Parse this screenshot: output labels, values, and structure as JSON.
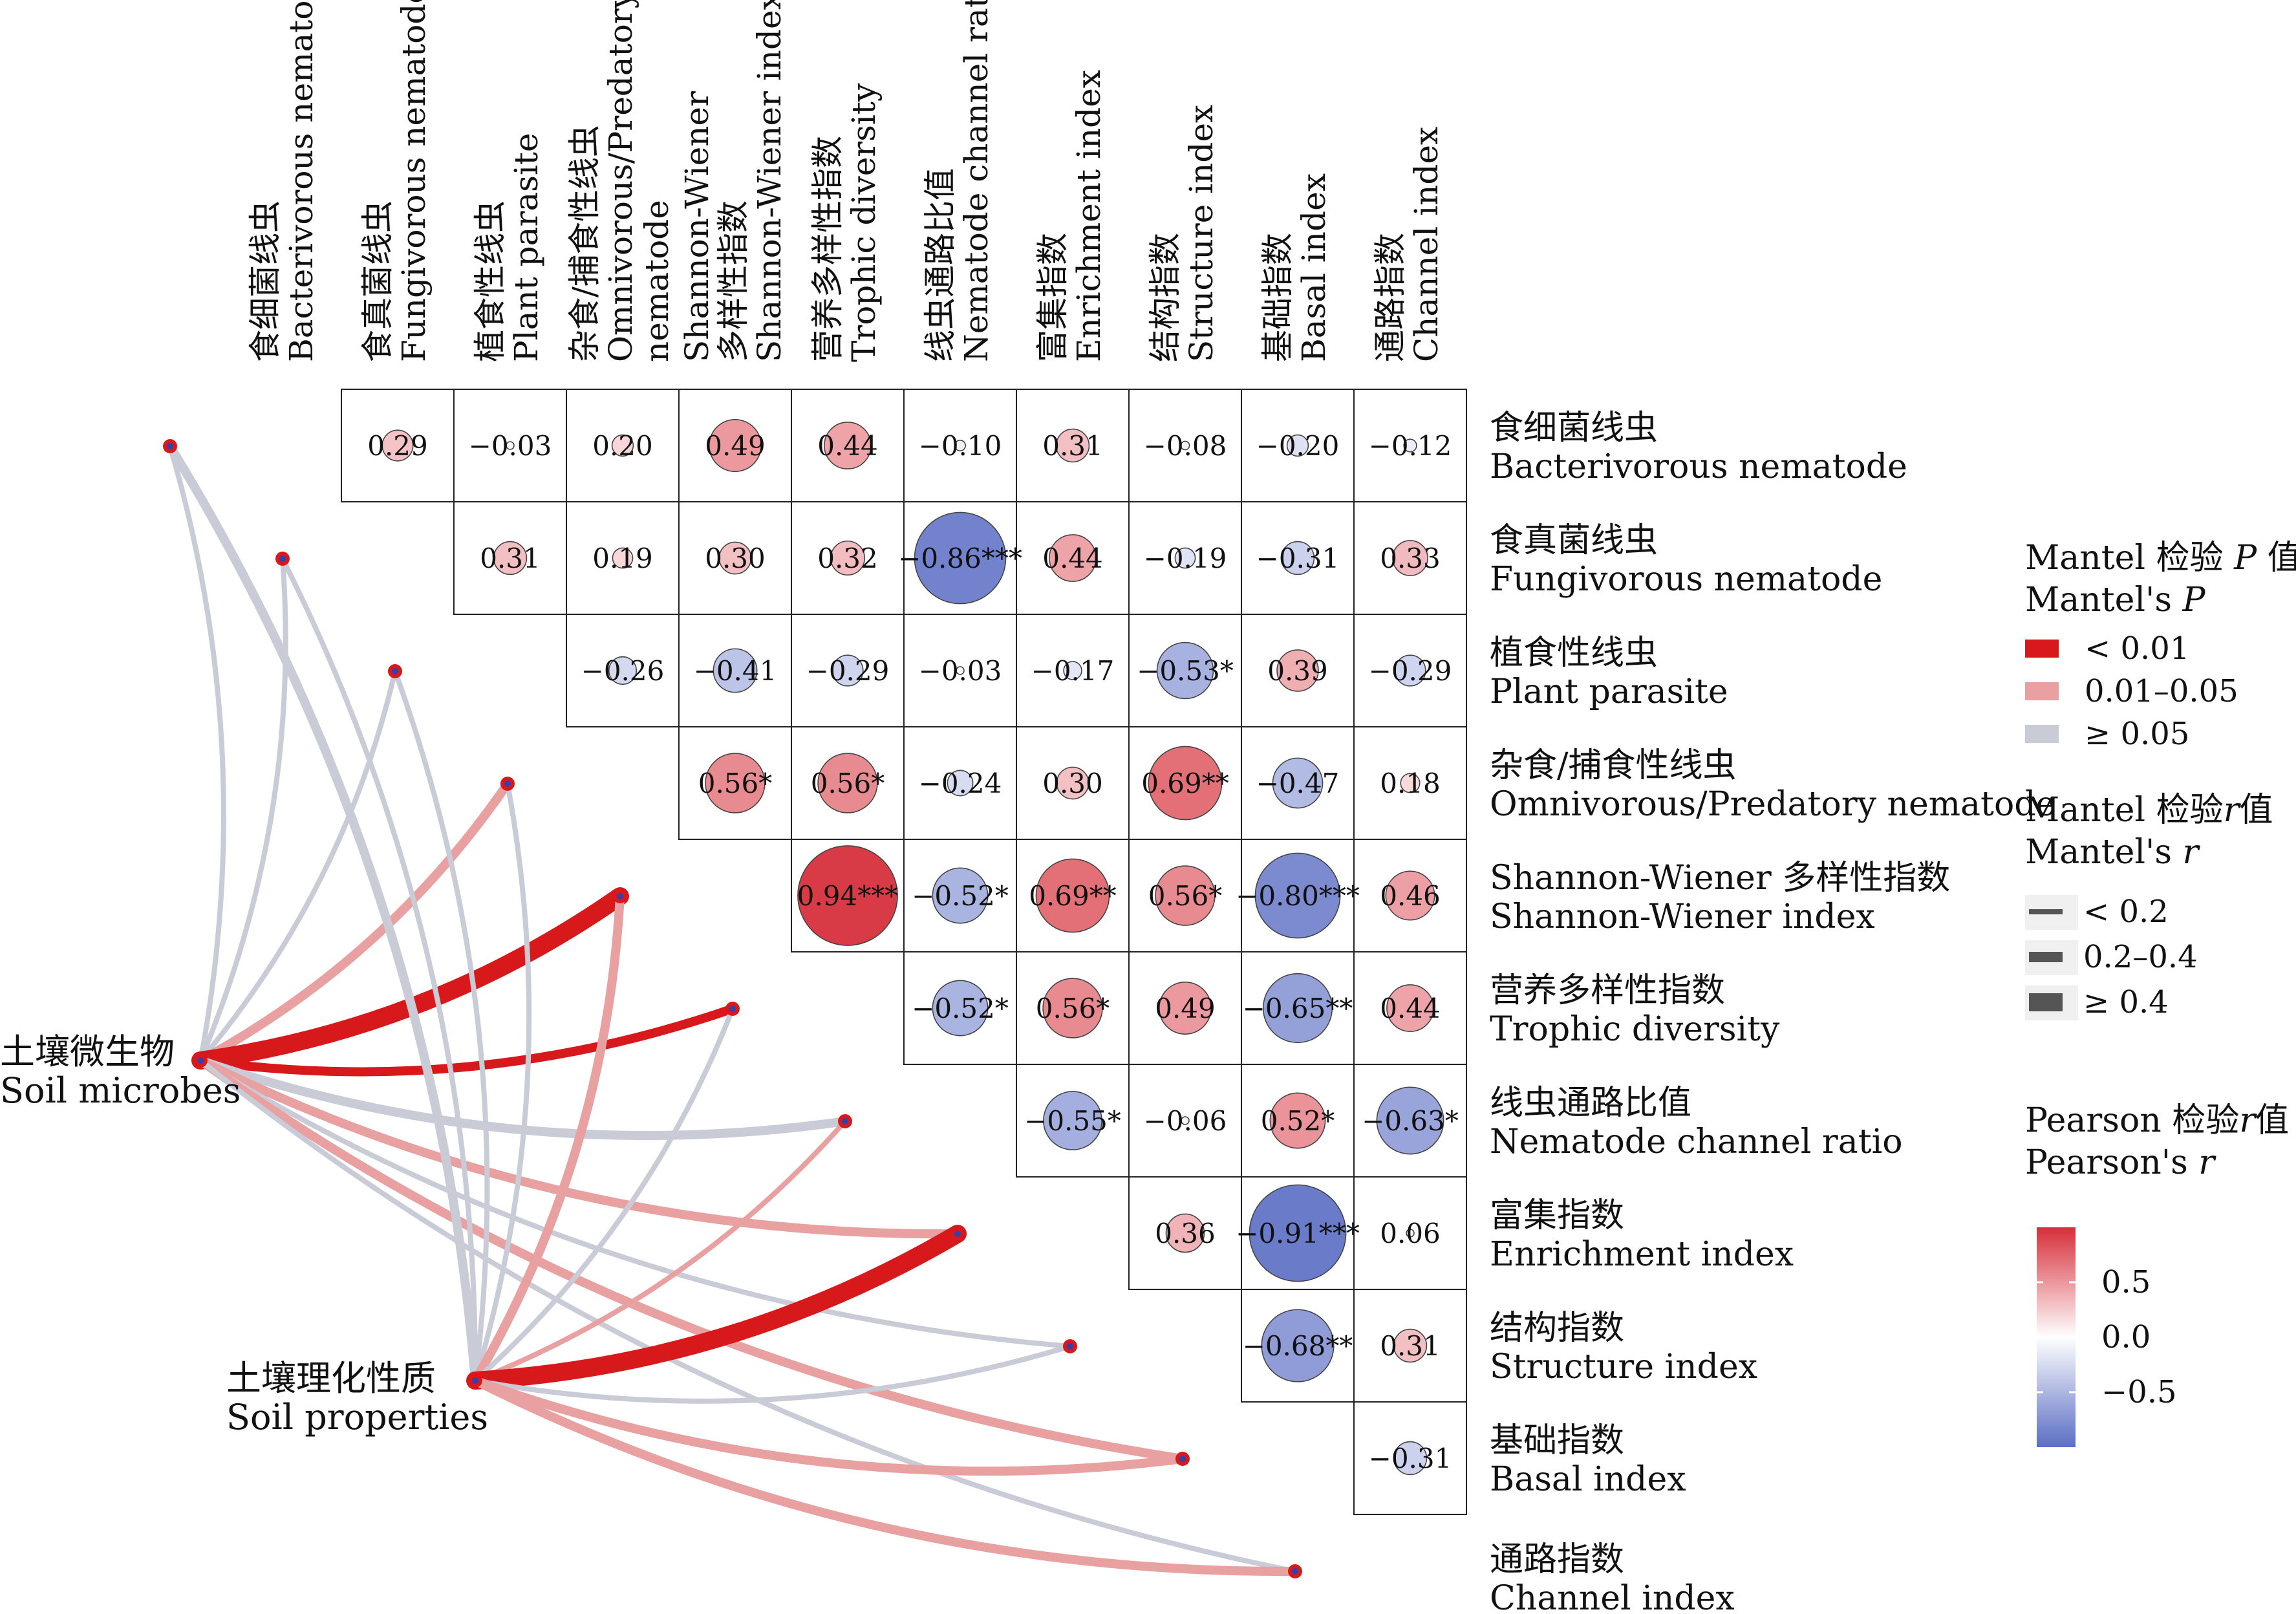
{
  "chart_data": {
    "type": "heatmap",
    "variables": [
      {
        "zh": "食细菌线虫",
        "en": "Bacterivorous nematode",
        "col_zh": "食细菌线虫",
        "col_en": [
          "Bacterivorous nematode"
        ]
      },
      {
        "zh": "食真菌线虫",
        "en": "Fungivorous nematode",
        "col_zh": "食真菌线虫",
        "col_en": [
          "Fungivorous nematode"
        ]
      },
      {
        "zh": "植食性线虫",
        "en": "Plant parasite",
        "col_zh": "植食性线虫",
        "col_en": [
          "Plant parasite"
        ]
      },
      {
        "zh": "杂食/捕食性线虫",
        "en": "Omnivorous/Predatory nematode",
        "col_zh": "杂食/捕食性线虫",
        "col_en": [
          "Omnivorous/Predatory",
          "nematode"
        ]
      },
      {
        "zh": "Shannon-Wiener 多样性指数",
        "en": "Shannon-Wiener index",
        "col_zh": "Shannon-Wiener",
        "col_en": [
          "多样性指数",
          "Shannon-Wiener index"
        ]
      },
      {
        "zh": "营养多样性指数",
        "en": "Trophic diversity",
        "col_zh": "营养多样性指数",
        "col_en": [
          "Trophic diversity"
        ]
      },
      {
        "zh": "线虫通路比值",
        "en": "Nematode channel ratio",
        "col_zh": "线虫通路比值",
        "col_en": [
          "Nematode channel ratio"
        ]
      },
      {
        "zh": "富集指数",
        "en": "Enrichment index",
        "col_zh": "富集指数",
        "col_en": [
          "Enrichment index"
        ]
      },
      {
        "zh": "结构指数",
        "en": "Structure index",
        "col_zh": "结构指数",
        "col_en": [
          "Structure index"
        ]
      },
      {
        "zh": "基础指数",
        "en": "Basal index",
        "col_zh": "基础指数",
        "col_en": [
          "Basal index"
        ]
      },
      {
        "zh": "通路指数",
        "en": "Channel index",
        "col_zh": "通路指数",
        "col_en": [
          "Channel index"
        ]
      }
    ],
    "cells": [
      {
        "row": 0,
        "col": 1,
        "r": 0.29,
        "label": "0.29"
      },
      {
        "row": 0,
        "col": 2,
        "r": -0.03,
        "label": "−0.03"
      },
      {
        "row": 0,
        "col": 3,
        "r": 0.2,
        "label": "0.20"
      },
      {
        "row": 0,
        "col": 4,
        "r": 0.49,
        "label": "0.49"
      },
      {
        "row": 0,
        "col": 5,
        "r": 0.44,
        "label": "0.44"
      },
      {
        "row": 0,
        "col": 6,
        "r": -0.1,
        "label": "−0.10"
      },
      {
        "row": 0,
        "col": 7,
        "r": 0.31,
        "label": "0.31"
      },
      {
        "row": 0,
        "col": 8,
        "r": -0.08,
        "label": "−0.08"
      },
      {
        "row": 0,
        "col": 9,
        "r": -0.2,
        "label": "−0.20"
      },
      {
        "row": 0,
        "col": 10,
        "r": -0.12,
        "label": "−0.12"
      },
      {
        "row": 1,
        "col": 2,
        "r": 0.31,
        "label": "0.31"
      },
      {
        "row": 1,
        "col": 3,
        "r": 0.19,
        "label": "0.19"
      },
      {
        "row": 1,
        "col": 4,
        "r": 0.3,
        "label": "0.30"
      },
      {
        "row": 1,
        "col": 5,
        "r": 0.32,
        "label": "0.32"
      },
      {
        "row": 1,
        "col": 6,
        "r": -0.86,
        "label": "−0.86***"
      },
      {
        "row": 1,
        "col": 7,
        "r": 0.44,
        "label": "0.44"
      },
      {
        "row": 1,
        "col": 8,
        "r": -0.19,
        "label": "−0.19"
      },
      {
        "row": 1,
        "col": 9,
        "r": -0.31,
        "label": "−0.31"
      },
      {
        "row": 1,
        "col": 10,
        "r": 0.33,
        "label": "0.33"
      },
      {
        "row": 2,
        "col": 3,
        "r": -0.26,
        "label": "−0.26"
      },
      {
        "row": 2,
        "col": 4,
        "r": -0.41,
        "label": "−0.41"
      },
      {
        "row": 2,
        "col": 5,
        "r": -0.29,
        "label": "−0.29"
      },
      {
        "row": 2,
        "col": 6,
        "r": -0.03,
        "label": "−0.03"
      },
      {
        "row": 2,
        "col": 7,
        "r": -0.17,
        "label": "−0.17"
      },
      {
        "row": 2,
        "col": 8,
        "r": -0.53,
        "label": "−0.53*"
      },
      {
        "row": 2,
        "col": 9,
        "r": 0.39,
        "label": "0.39"
      },
      {
        "row": 2,
        "col": 10,
        "r": -0.29,
        "label": "−0.29"
      },
      {
        "row": 3,
        "col": 4,
        "r": 0.56,
        "label": "0.56*"
      },
      {
        "row": 3,
        "col": 5,
        "r": 0.56,
        "label": "0.56*"
      },
      {
        "row": 3,
        "col": 6,
        "r": -0.24,
        "label": "−0.24"
      },
      {
        "row": 3,
        "col": 7,
        "r": 0.3,
        "label": "0.30"
      },
      {
        "row": 3,
        "col": 8,
        "r": 0.69,
        "label": "0.69**"
      },
      {
        "row": 3,
        "col": 9,
        "r": -0.47,
        "label": "−0.47"
      },
      {
        "row": 3,
        "col": 10,
        "r": 0.18,
        "label": "0.18"
      },
      {
        "row": 4,
        "col": 5,
        "r": 0.94,
        "label": "0.94***"
      },
      {
        "row": 4,
        "col": 6,
        "r": -0.52,
        "label": "−0.52*"
      },
      {
        "row": 4,
        "col": 7,
        "r": 0.69,
        "label": "0.69**"
      },
      {
        "row": 4,
        "col": 8,
        "r": 0.56,
        "label": "0.56*"
      },
      {
        "row": 4,
        "col": 9,
        "r": -0.8,
        "label": "−0.80***"
      },
      {
        "row": 4,
        "col": 10,
        "r": 0.46,
        "label": "0.46"
      },
      {
        "row": 5,
        "col": 6,
        "r": -0.52,
        "label": "−0.52*"
      },
      {
        "row": 5,
        "col": 7,
        "r": 0.56,
        "label": "0.56*"
      },
      {
        "row": 5,
        "col": 8,
        "r": 0.49,
        "label": "0.49"
      },
      {
        "row": 5,
        "col": 9,
        "r": -0.65,
        "label": "−0.65**"
      },
      {
        "row": 5,
        "col": 10,
        "r": 0.44,
        "label": "0.44"
      },
      {
        "row": 6,
        "col": 7,
        "r": -0.55,
        "label": "−0.55*"
      },
      {
        "row": 6,
        "col": 8,
        "r": -0.06,
        "label": "−0.06"
      },
      {
        "row": 6,
        "col": 9,
        "r": 0.52,
        "label": "0.52*"
      },
      {
        "row": 6,
        "col": 10,
        "r": -0.63,
        "label": "−0.63*"
      },
      {
        "row": 7,
        "col": 8,
        "r": 0.36,
        "label": "0.36"
      },
      {
        "row": 7,
        "col": 9,
        "r": -0.91,
        "label": "−0.91***"
      },
      {
        "row": 7,
        "col": 10,
        "r": 0.06,
        "label": "0.06"
      },
      {
        "row": 8,
        "col": 9,
        "r": -0.68,
        "label": "−0.68**"
      },
      {
        "row": 8,
        "col": 10,
        "r": 0.31,
        "label": "0.31"
      },
      {
        "row": 9,
        "col": 10,
        "r": -0.31,
        "label": "−0.31"
      }
    ],
    "sources": [
      {
        "id": "microbes",
        "zh": "土壤微生物",
        "en": "Soil microbes"
      },
      {
        "id": "properties",
        "zh": "土壤理化性质",
        "en": "Soil properties"
      }
    ],
    "mantel_links": [
      {
        "source": "microbes",
        "target": 0,
        "p_class": "ge0.05",
        "r_class": "lt0.2"
      },
      {
        "source": "microbes",
        "target": 1,
        "p_class": "ge0.05",
        "r_class": "lt0.2"
      },
      {
        "source": "microbes",
        "target": 2,
        "p_class": "ge0.05",
        "r_class": "lt0.2"
      },
      {
        "source": "microbes",
        "target": 3,
        "p_class": "0.01-0.05",
        "r_class": "0.2-0.4"
      },
      {
        "source": "microbes",
        "target": 4,
        "p_class": "lt0.01",
        "r_class": "ge0.4"
      },
      {
        "source": "microbes",
        "target": 5,
        "p_class": "lt0.01",
        "r_class": "0.2-0.4"
      },
      {
        "source": "microbes",
        "target": 6,
        "p_class": "ge0.05",
        "r_class": "0.2-0.4"
      },
      {
        "source": "microbes",
        "target": 7,
        "p_class": "0.01-0.05",
        "r_class": "0.2-0.4"
      },
      {
        "source": "microbes",
        "target": 8,
        "p_class": "ge0.05",
        "r_class": "lt0.2"
      },
      {
        "source": "microbes",
        "target": 9,
        "p_class": "0.01-0.05",
        "r_class": "0.2-0.4"
      },
      {
        "source": "microbes",
        "target": 10,
        "p_class": "ge0.05",
        "r_class": "lt0.2"
      },
      {
        "source": "properties",
        "target": 0,
        "p_class": "ge0.05",
        "r_class": "0.2-0.4"
      },
      {
        "source": "properties",
        "target": 1,
        "p_class": "ge0.05",
        "r_class": "lt0.2"
      },
      {
        "source": "properties",
        "target": 2,
        "p_class": "ge0.05",
        "r_class": "lt0.2"
      },
      {
        "source": "properties",
        "target": 3,
        "p_class": "ge0.05",
        "r_class": "lt0.2"
      },
      {
        "source": "properties",
        "target": 4,
        "p_class": "0.01-0.05",
        "r_class": "0.2-0.4"
      },
      {
        "source": "properties",
        "target": 5,
        "p_class": "ge0.05",
        "r_class": "lt0.2"
      },
      {
        "source": "properties",
        "target": 6,
        "p_class": "0.01-0.05",
        "r_class": "lt0.2"
      },
      {
        "source": "properties",
        "target": 7,
        "p_class": "lt0.01",
        "r_class": "ge0.4"
      },
      {
        "source": "properties",
        "target": 8,
        "p_class": "ge0.05",
        "r_class": "lt0.2"
      },
      {
        "source": "properties",
        "target": 9,
        "p_class": "0.01-0.05",
        "r_class": "0.2-0.4"
      },
      {
        "source": "properties",
        "target": 10,
        "p_class": "0.01-0.05",
        "r_class": "0.2-0.4"
      }
    ],
    "legend": {
      "p_title_zh": "Mantel 检验",
      "p_title_var": "P",
      "p_title_tail": " 值",
      "p_title_en": "Mantel's ",
      "p_title_en_var": "P",
      "p_items": [
        {
          "key": "lt0.01",
          "label": "< 0.01",
          "color": "#d7191c"
        },
        {
          "key": "0.01-0.05",
          "label": "0.01–0.05",
          "color": "#e8a0a0"
        },
        {
          "key": "ge0.05",
          "label": "≥ 0.05",
          "color": "#c9cbd6"
        }
      ],
      "r_title_zh": "Mantel 检验",
      "r_title_var": "r",
      "r_title_tail": "值",
      "r_title_en": "Mantel's ",
      "r_title_en_var": "r",
      "r_items": [
        {
          "key": "lt0.2",
          "label": "< 0.2"
        },
        {
          "key": "0.2-0.4",
          "label": "0.2–0.4"
        },
        {
          "key": "ge0.4",
          "label": "≥ 0.4"
        }
      ],
      "pearson_title_zh": "Pearson 检验",
      "pearson_title_var": "r",
      "pearson_title_tail": "值",
      "pearson_title_en": "Pearson's ",
      "pearson_title_en_var": "r",
      "colorbar_ticks": [
        {
          "value": 0.5,
          "label": "0.5"
        },
        {
          "value": 0.0,
          "label": "0.0"
        },
        {
          "value": -0.5,
          "label": "−0.5"
        }
      ],
      "colorbar_range": [
        -1,
        1
      ]
    },
    "colors": {
      "negative": "#5b6ec4",
      "neutral": "#ffffff",
      "positive": "#d62f3a",
      "node": "#d7191c",
      "node_core": "#3a3fa8"
    }
  }
}
